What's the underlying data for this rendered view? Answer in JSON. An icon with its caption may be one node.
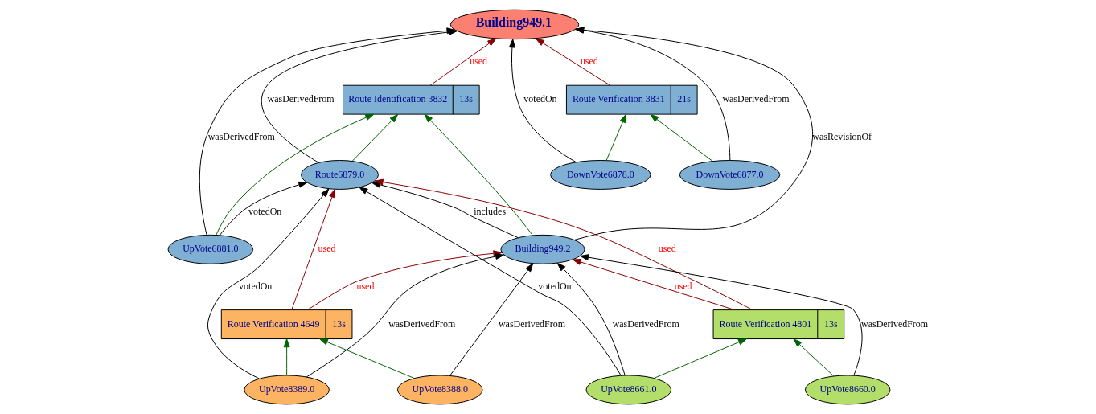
{
  "diagram": {
    "nodes": [
      {
        "text": [
          "Building949.1"
        ]
      },
      {
        "text": [
          "Route Identification 3832",
          "13s"
        ]
      },
      {
        "text": [
          "Route Verification 3831",
          "21s"
        ]
      },
      {
        "text": [
          "Route6879.0"
        ]
      },
      {
        "text": [
          "DownVote6878.0"
        ]
      },
      {
        "text": [
          "DownVote6877.0"
        ]
      },
      {
        "text": [
          "UpVote6881.0"
        ]
      },
      {
        "text": [
          "Building949.2"
        ]
      },
      {
        "text": [
          "Route Verification 4801",
          "13s"
        ]
      },
      {
        "text": [
          "Route Verification 4649",
          "13s"
        ]
      },
      {
        "text": [
          "UpVote8661.0"
        ]
      },
      {
        "text": [
          "UpVote8389.0"
        ]
      },
      {
        "text": [
          "UpVote8660.0"
        ]
      },
      {
        "text": [
          "UpVote8388.0"
        ]
      }
    ],
    "edges": [
      {
        "from": 3,
        "to": 0,
        "arrow": "to",
        "label": "wasDerivedFrom"
      },
      {
        "from": 6,
        "to": 0,
        "arrow": "to",
        "label": "wasDerivedFrom"
      },
      {
        "from": 1,
        "to": 0,
        "arrow": "to",
        "label": "used",
        "color": "#8b0000"
      },
      {
        "from": 4,
        "to": 0,
        "arrow": "to",
        "label": "votedOn"
      },
      {
        "from": 7,
        "to": 0,
        "arrow": "to",
        "label": "wasRevisionOf"
      },
      {
        "from": 5,
        "to": 0,
        "arrow": "to",
        "label": "wasDerivedFrom"
      },
      {
        "from": 2,
        "to": 0,
        "arrow": "to",
        "label": "used",
        "color": "#8b0000"
      },
      {
        "from": 3,
        "to": 1,
        "arrow": "to",
        "color": "#006400"
      },
      {
        "from": 6,
        "to": 1,
        "arrow": "to",
        "color": "#006400"
      },
      {
        "from": 7,
        "to": 1,
        "arrow": "to",
        "color": "#006400"
      },
      {
        "from": 4,
        "to": 2,
        "arrow": "to",
        "color": "#006400"
      },
      {
        "from": 5,
        "to": 2,
        "arrow": "to",
        "color": "#006400"
      },
      {
        "from": 6,
        "to": 3,
        "arrow": "to",
        "label": "votedOn"
      },
      {
        "from": 7,
        "to": 3,
        "arrow": "to",
        "label": "includes"
      },
      {
        "from": 9,
        "to": 3,
        "arrow": "to",
        "label": "used",
        "color": "#8b0000"
      },
      {
        "from": 8,
        "to": 3,
        "arrow": "to",
        "label": "used",
        "color": "#8b0000"
      },
      {
        "from": 10,
        "to": 3,
        "arrow": "to",
        "label": "votedOn"
      },
      {
        "from": 11,
        "to": 3,
        "arrow": "to",
        "label": "votedOn"
      },
      {
        "from": 8,
        "to": 7,
        "arrow": "to",
        "label": "used",
        "color": "#8b0000"
      },
      {
        "from": 9,
        "to": 7,
        "arrow": "to",
        "label": "used",
        "color": "#8b0000"
      },
      {
        "from": 10,
        "to": 7,
        "arrow": "to",
        "label": "wasDerivedFrom"
      },
      {
        "from": 11,
        "to": 7,
        "arrow": "to",
        "label": "wasDerivedFrom"
      },
      {
        "from": 12,
        "to": 7,
        "arrow": "to",
        "label": "wasDerivedFrom"
      },
      {
        "from": 13,
        "to": 7,
        "arrow": "to",
        "label": "wasDerivedFrom"
      },
      {
        "from": 10,
        "to": 8,
        "arrow": "to",
        "color": "#006400"
      },
      {
        "from": 12,
        "to": 8,
        "arrow": "to",
        "color": "#006400"
      },
      {
        "from": 11,
        "to": 9,
        "arrow": "to",
        "color": "#006400"
      },
      {
        "from": 13,
        "to": 9,
        "arrow": "to",
        "color": "#006400"
      }
    ]
  }
}
